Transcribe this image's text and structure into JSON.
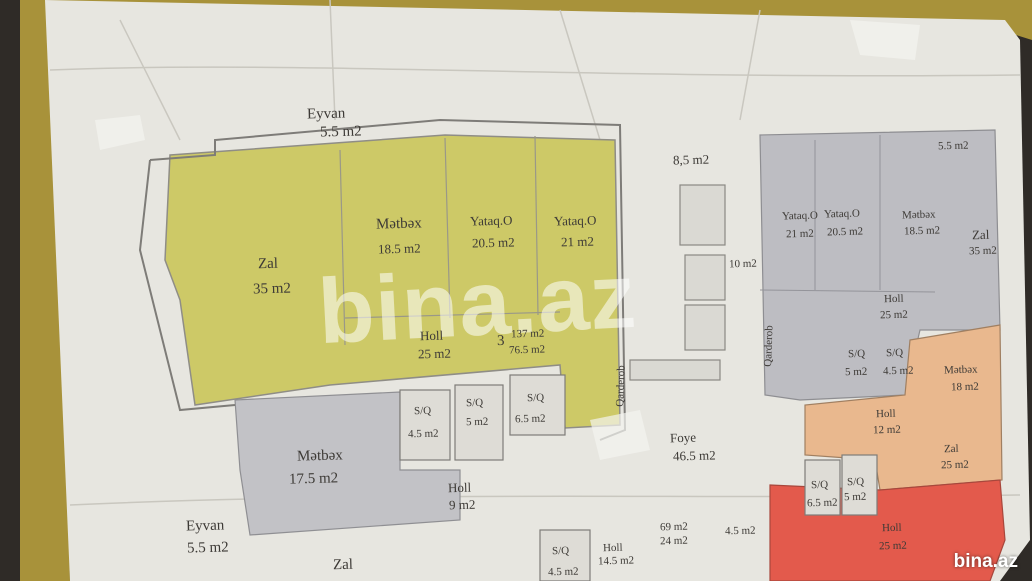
{
  "labels": {
    "eyvan_top": "Eyvan",
    "eyvan_top_area": "5.5 m2",
    "metbex_1": "Mətbəx",
    "metbex_1_area": "18.5 m2",
    "yataq_1": "Yataq.O",
    "yataq_1_area": "20.5 m2",
    "yataq_2": "Yataq.O",
    "yataq_2_area": "21 m2",
    "zal_1": "Zal",
    "zal_1_area": "35 m2",
    "holl_1": "Holl",
    "holl_1_area": "25 m2",
    "apt_number": "3",
    "apt_total": "137 m2",
    "apt_living": "76.5 m2",
    "qarderob_1": "Qarderob",
    "stair_area": "8,5 m2",
    "lift_area": "10 m2",
    "sq_1": "S/Q",
    "sq_1_area": "4.5 m2",
    "sq_2": "S/Q",
    "sq_2_area": "5 m2",
    "sq_3": "S/Q",
    "sq_3_area": "6.5 m2",
    "metbex_2": "Mətbəx",
    "metbex_2_area": "17.5 m2",
    "holl_2": "Holl",
    "holl_2_area": "9 m2",
    "foye": "Foye",
    "foye_area": "46.5 m2",
    "eyvan_bottom": "Eyvan",
    "eyvan_bottom_area": "5.5 m2",
    "zal_2": "Zal",
    "sq_4": "S/Q",
    "sq_4_area": "4.5 m2",
    "holl_3": "Holl",
    "holl_3_area": "14.5 m2",
    "apt_small_total": "69 m2",
    "apt_small_living": "24 m2",
    "small_area": "4.5 m2",
    "yataq_3": "Yataq.O",
    "yataq_3_area": "21 m2",
    "yataq_4": "Yataq.O",
    "yataq_4_area": "20.5 m2",
    "metbex_3": "Mətbəx",
    "metbex_3_area": "18.5 m2",
    "zal_3": "Zal",
    "zal_3_area": "35 m2",
    "holl_4": "Holl",
    "holl_4_area": "25 m2",
    "qarderob_2": "Qarderob",
    "sq_5": "S/Q",
    "sq_5_area": "5 m2",
    "sq_6": "S/Q",
    "sq_6_area": "4.5 m2",
    "metbex_4": "Mətbəx",
    "metbex_4_area": "18 m2",
    "holl_5": "Holl",
    "holl_5_area": "12 m2",
    "zal_4": "Zal",
    "zal_4_area": "25 m2",
    "sq_7": "S/Q",
    "sq_7_area": "6.5 m2",
    "sq_8": "S/Q",
    "sq_8_area": "5 m2",
    "holl_6": "Holl",
    "holl_6_area": "25 m2",
    "eyvan_right_area": "5.5 m2"
  },
  "watermark": "bina.az",
  "logo": "bina.az",
  "colors": {
    "paper": "#e7e6e0",
    "yellow_apartment": "#cdc967",
    "grey_apartment": "#b9b9bd",
    "peach_apartment": "#e8b48a",
    "red_apartment": "#e4574a",
    "frame_gold": "#a8923a"
  }
}
